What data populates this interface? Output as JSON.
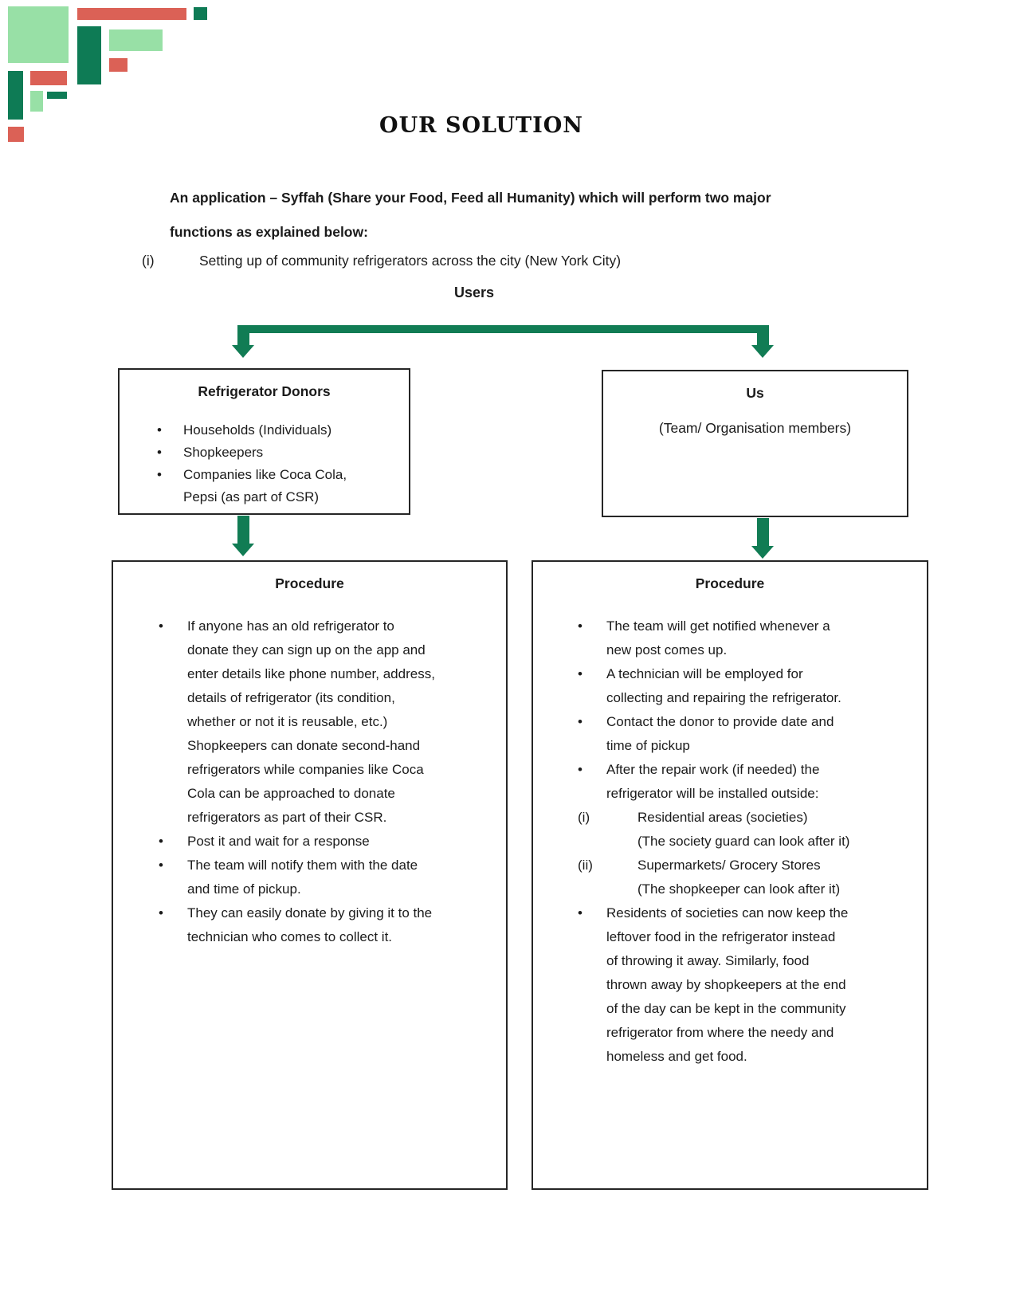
{
  "palette": {
    "light_green": "#98E0A6",
    "red": "#DB6156",
    "dark_green": "#0E7B55",
    "arrow_green": "#117C54"
  },
  "title": "OUR SOLUTION",
  "intro": "An application – Syffah (Share your Food, Feed all Humanity) which will perform two major\nfunctions as explained below:",
  "numbered_item": {
    "label": "(i)",
    "text": "Setting up of community refrigerators across the city (New York City)"
  },
  "diagram": {
    "users_label": "Users",
    "donors_box": {
      "title": "Refrigerator Donors",
      "items": [
        {
          "marker": "•",
          "text": "Households (Individuals)"
        },
        {
          "marker": "•",
          "text": "Shopkeepers"
        },
        {
          "marker": "•",
          "text": "Companies like Coca Cola,\nPepsi (as part of CSR)"
        }
      ]
    },
    "us_box": {
      "title": "Us",
      "subtitle": "(Team/ Organisation members)"
    },
    "procedure_left": {
      "title": "Procedure",
      "items": [
        {
          "marker": "•",
          "text": "If anyone has an old refrigerator to\ndonate they can sign up on the app and\nenter details like phone number, address,\ndetails of refrigerator (its condition,\nwhether or not it is reusable, etc.)\nShopkeepers can donate second-hand\nrefrigerators while companies like Coca\nCola can be approached to donate\nrefrigerators as part of their CSR."
        },
        {
          "marker": "•",
          "text": "Post it and wait for a response"
        },
        {
          "marker": "•",
          "text": "The team will notify them with the date\nand time of pickup."
        },
        {
          "marker": "•",
          "text": "They can easily donate by giving it to the\ntechnician who comes to collect it."
        }
      ]
    },
    "procedure_right": {
      "title": "Procedure",
      "items": [
        {
          "marker": "•",
          "text": "The team will get notified whenever a\nnew post comes up."
        },
        {
          "marker": "•",
          "text": "A technician will be employed for\ncollecting and repairing the refrigerator."
        },
        {
          "marker": "•",
          "text": "Contact the donor to provide date and\ntime of pickup"
        },
        {
          "marker": "•",
          "text": "After the repair work (if needed) the\nrefrigerator will be installed outside:"
        },
        {
          "marker": "(i)",
          "type": "roman",
          "text": "Residential areas (societies)\n(The society guard can look after it)"
        },
        {
          "marker": "(ii)",
          "type": "roman",
          "text": "Supermarkets/ Grocery Stores\n(The shopkeeper can look after it)"
        },
        {
          "marker": "•",
          "text": "Residents of societies can now keep the\nleftover food in the refrigerator instead\nof throwing it away. Similarly, food\nthrown away by shopkeepers at the end\nof the day can be kept in the community\nrefrigerator from where the needy and\nhomeless and get food."
        }
      ]
    }
  }
}
